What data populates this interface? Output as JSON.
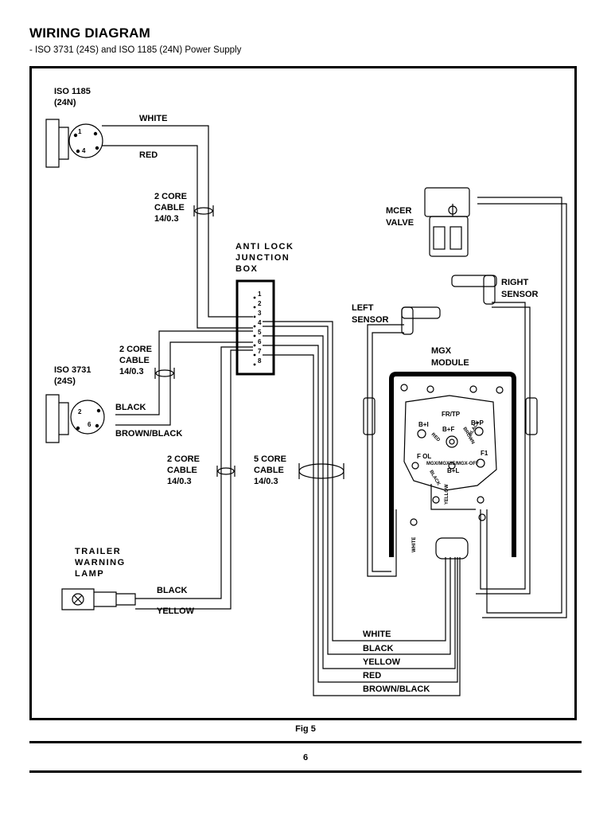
{
  "page": {
    "title": "WIRING DIAGRAM",
    "subtitle": "- ISO 3731 (24S) and ISO 1185 (24N) Power Supply",
    "figure_caption": "Fig 5",
    "page_number": "6"
  },
  "connectors": {
    "iso1185": {
      "line1": "ISO 1185",
      "line2": "(24N)",
      "pin_a": "1",
      "pin_b": "4"
    },
    "iso3731": {
      "line1": "ISO 3731",
      "line2": "(24S)",
      "pin_a": "2",
      "pin_b": "6"
    }
  },
  "wires": {
    "white": "WHITE",
    "red": "RED",
    "black": "BLACK",
    "brown_black": "BROWN/BLACK",
    "yellow": "YELLOW"
  },
  "cables": {
    "two_core": {
      "line1": "2 CORE",
      "line2": "CABLE",
      "line3": "14/0.3"
    },
    "five_core": {
      "line1": "5 CORE",
      "line2": "CABLE",
      "line3": "14/0.3"
    }
  },
  "junction_box": {
    "line1": "ANTI LOCK",
    "line2": "JUNCTION",
    "line3": "BOX",
    "terminals": [
      "1",
      "2",
      "3",
      "4",
      "5",
      "6",
      "7",
      "8"
    ]
  },
  "components": {
    "mcer_line1": "MCER",
    "mcer_line2": "VALVE",
    "left_sensor_line1": "LEFT",
    "left_sensor_line2": "SENSOR",
    "right_sensor_line1": "RIGHT",
    "right_sensor_line2": "SENSOR",
    "mgx_line1": "MGX",
    "mgx_line2": "MODULE",
    "lamp_line1": "TRAILER",
    "lamp_line2": "WARNING",
    "lamp_line3": "LAMP"
  },
  "mgx_terminals": {
    "fr_tp": "FR/TP",
    "b_i": "B+I",
    "b_p": "B+P",
    "b_f": "B+F",
    "f_ol": "F OL",
    "f1": "F1",
    "b_l": "B+L",
    "mode": "MGX/MGX3E/MGX-OFF",
    "wire_red": "RED",
    "wire_brown": "BROWN",
    "wire_black": "BLACK",
    "wire_yellow": "YELLOW",
    "wire_white": "WHITE"
  }
}
